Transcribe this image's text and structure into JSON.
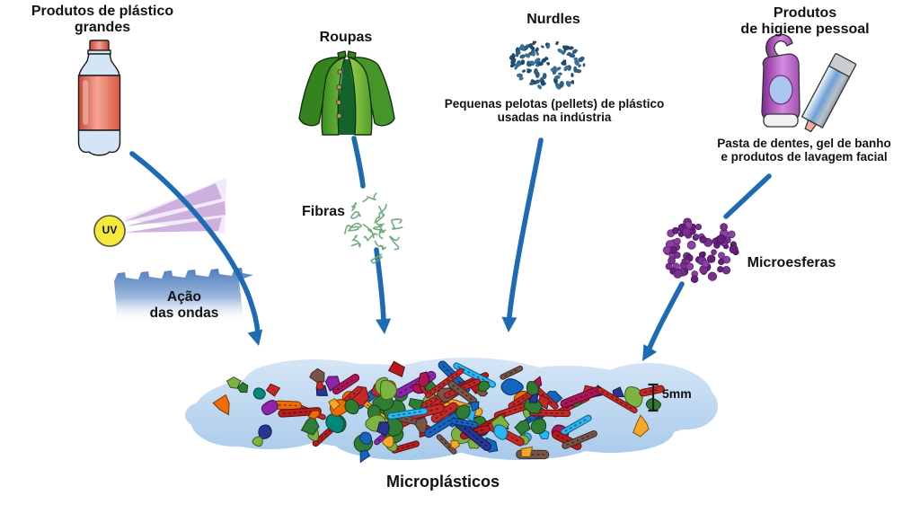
{
  "diagram": {
    "sources": {
      "large_plastics": {
        "label_lines": [
          "Produtos de plástico",
          "grandes"
        ],
        "icon": "plastic-bottle-icon"
      },
      "clothes": {
        "label": "Roupas",
        "icon": "jacket-icon"
      },
      "nurdles": {
        "label": "Nurdles",
        "desc_lines": [
          "Pequenas pelotas (pellets) de plástico",
          "usadas na indústria"
        ],
        "icon": "nurdles-cluster-icon"
      },
      "hygiene": {
        "label_lines": [
          "Produtos",
          "de higiene pessoal"
        ],
        "desc_lines": [
          "Pasta de dentes, gel de banho",
          "e produtos de lavagem facial"
        ],
        "icon": "toiletries-icon"
      }
    },
    "processes": {
      "uv_sun": {
        "label": "UV",
        "icon": "uv-sun-icon"
      },
      "wave_action": {
        "label_lines": [
          "Ação",
          "das ondas"
        ],
        "icon": "wave-icon"
      }
    },
    "intermediates": {
      "fibers": {
        "label": "Fibras",
        "icon": "fibers-icon"
      },
      "microbeads": {
        "label": "Microesferas",
        "icon": "microbeads-cluster-icon"
      }
    },
    "result": {
      "label": "Microplásticos",
      "scale_label": "5mm",
      "icon": "microplastics-sea-icon"
    },
    "colors": {
      "arrow": "#1d6bb4",
      "uv_sun": "#f5e93d",
      "uv_rays": "#c7a6d9",
      "fiber": "#69a878",
      "sea_blob_top": "#d6e6f6",
      "sea_blob_bottom": "#a5c8ea",
      "nurdle_dots": [
        "#2d5d80",
        "#3a6f96",
        "#1f4a6b"
      ],
      "microbead_dots": [
        "#7b2f91",
        "#8d3fa5",
        "#671f7e"
      ],
      "fragment_palette": [
        "#c62828",
        "#b71c1c",
        "#2e7d32",
        "#7cb342",
        "#1565c0",
        "#29b6f6",
        "#f9a825",
        "#ef6c00",
        "#8e24aa",
        "#ad1457",
        "#795548",
        "#283593",
        "#00897b"
      ]
    }
  }
}
